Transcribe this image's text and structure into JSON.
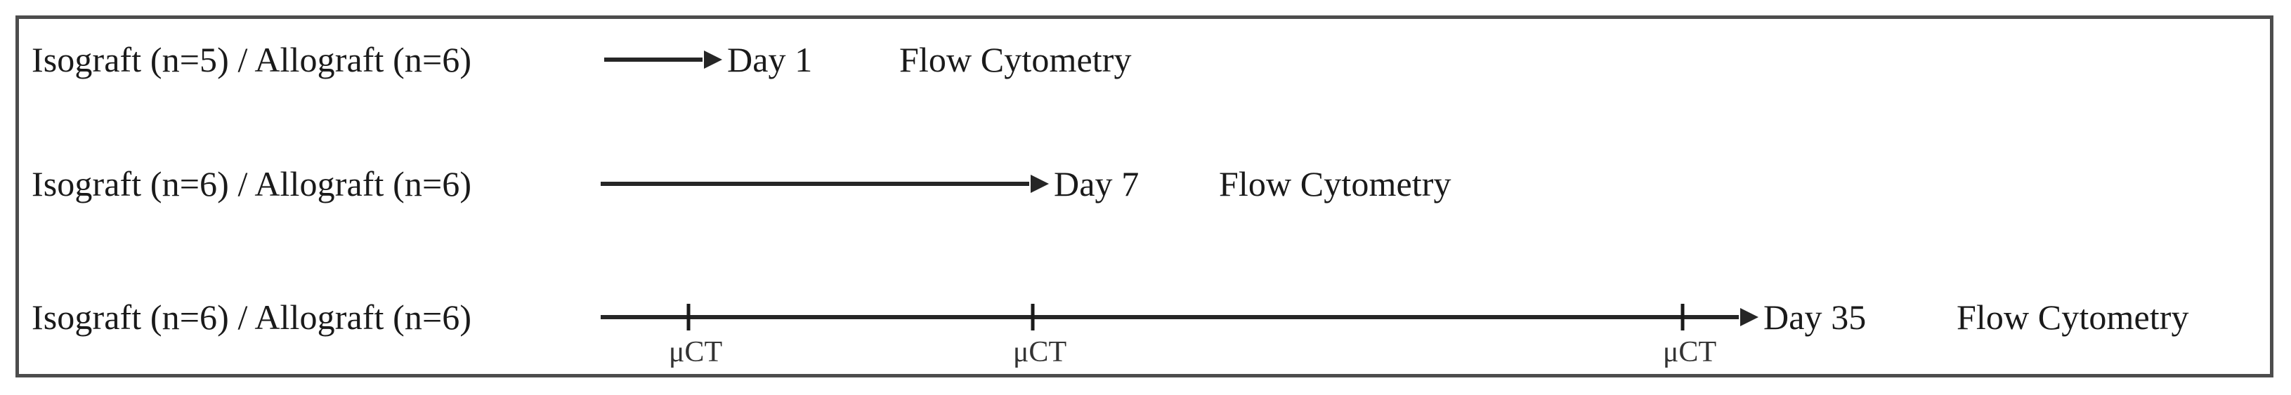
{
  "figure": {
    "type": "experimental-timeline-diagram",
    "border_color": "#4d4d4d",
    "line_color": "#262626",
    "text_color": "#1a1a1a",
    "background": "#ffffff"
  },
  "rows": [
    {
      "group_label": "Isograft (n=5) / Allograft (n=6)",
      "day_label": "Day 1",
      "assay_label": "Flow Cytometry",
      "ticks": []
    },
    {
      "group_label": "Isograft (n=6) / Allograft (n=6)",
      "day_label": "Day 7",
      "assay_label": "Flow Cytometry",
      "ticks": []
    },
    {
      "group_label": "Isograft (n=6) / Allograft (n=6)",
      "day_label": "Day 35",
      "assay_label": "Flow Cytometry",
      "ticks": [
        {
          "label": "μCT"
        },
        {
          "label": "μCT"
        },
        {
          "label": "μCT"
        }
      ]
    }
  ]
}
